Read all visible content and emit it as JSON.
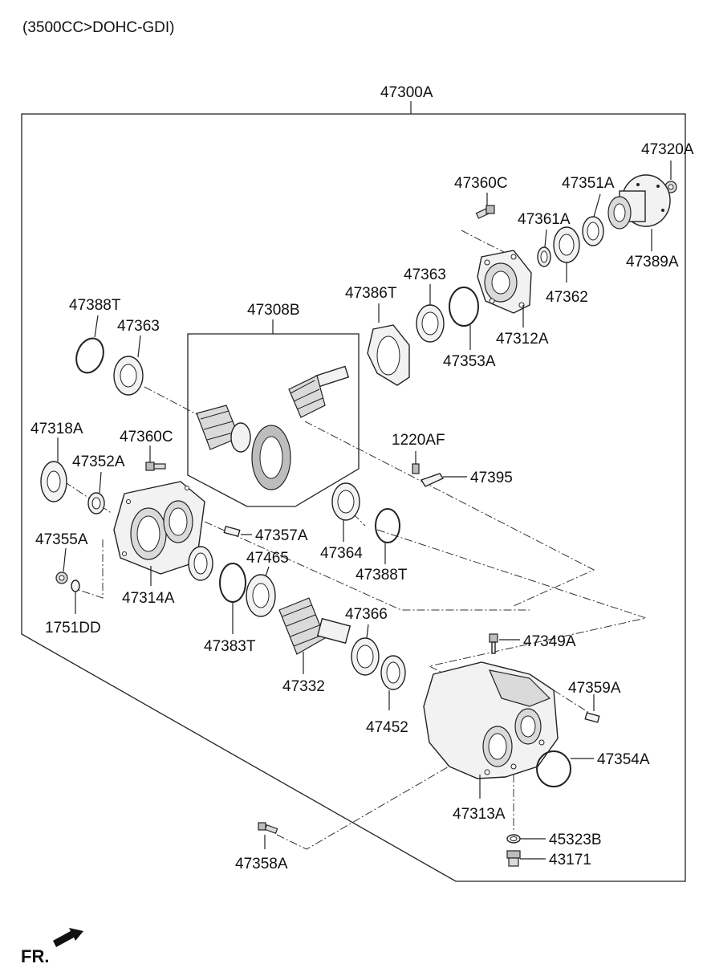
{
  "header": {
    "engine_spec": "(3500CC>DOHC-GDI)"
  },
  "assembly": {
    "main_label": "47300A",
    "sub_label": "47308B"
  },
  "footer": {
    "direction_label": "FR."
  },
  "labels": {
    "p47320A": "47320A",
    "p47360C_top": "47360C",
    "p47351A": "47351A",
    "p47361A": "47361A",
    "p47389A": "47389A",
    "p47363_top": "47363",
    "p47386T": "47386T",
    "p47362": "47362",
    "p47353A": "47353A",
    "p47312A": "47312A",
    "p47388T_top": "47388T",
    "p47363_left": "47363",
    "p47318A": "47318A",
    "p47360C_left": "47360C",
    "p47352A": "47352A",
    "p1220AF": "1220AF",
    "p47395": "47395",
    "p47355A": "47355A",
    "p47357A": "47357A",
    "p47465": "47465",
    "p47364": "47364",
    "p47314A": "47314A",
    "p47388T_mid": "47388T",
    "p1751DD": "1751DD",
    "p47383T": "47383T",
    "p47366": "47366",
    "p47349A": "47349A",
    "p47332": "47332",
    "p47359A": "47359A",
    "p47452": "47452",
    "p47354A": "47354A",
    "p47313A": "47313A",
    "p45323B": "45323B",
    "p43171": "43171",
    "p47358A": "47358A"
  }
}
